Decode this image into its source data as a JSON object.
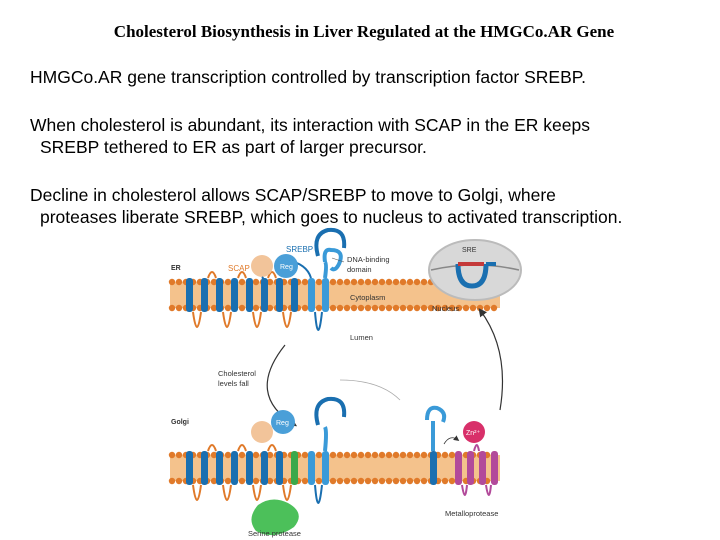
{
  "title": "Cholesterol Biosynthesis in Liver Regulated at the HMGCo.AR Gene",
  "paragraphs": [
    {
      "line1": "HMGCo.AR gene transcription controlled by transcription factor SREBP.",
      "line2": ""
    },
    {
      "line1": "When cholesterol is abundant, its interaction with SCAP in the ER keeps",
      "line2": "SREBP tethered to ER as part of larger precursor."
    },
    {
      "line1": "Decline in cholesterol allows SCAP/SREBP to move to Golgi, where",
      "line2": "proteases liberate SREBP, which goes to nucleus to activated transcription."
    }
  ],
  "diagram": {
    "labels": {
      "er": "ER",
      "scap": "SCAP",
      "srebp": "SREBP",
      "reg": "Reg",
      "reg2": "Reg",
      "dna_binding_1": "DNA-binding",
      "dna_binding_2": "domain",
      "cytoplasm": "Cytoplasm",
      "lumen": "Lumen",
      "nucleus": "Nucleus",
      "sre": "SRE",
      "chol_1": "Cholesterol",
      "chol_2": "levels fall",
      "golgi": "Golgi",
      "zn": "Zn²⁺",
      "metalloprotease": "Metalloprotease",
      "serine_protease": "Serine protease"
    },
    "colors": {
      "membrane_head": "#e07a2a",
      "membrane_tail": "#f4c28c",
      "helix": "#1a6fb0",
      "helix_light": "#3a9ad8",
      "scap_ball": "#f2c49a",
      "reg_ball": "#4a9fd8",
      "green_helix": "#3aa84a",
      "serine": "#4cc05a",
      "metallo": "#b24a9a",
      "zn_ball": "#d8306a",
      "nucleus": "#d8d8d8"
    }
  }
}
